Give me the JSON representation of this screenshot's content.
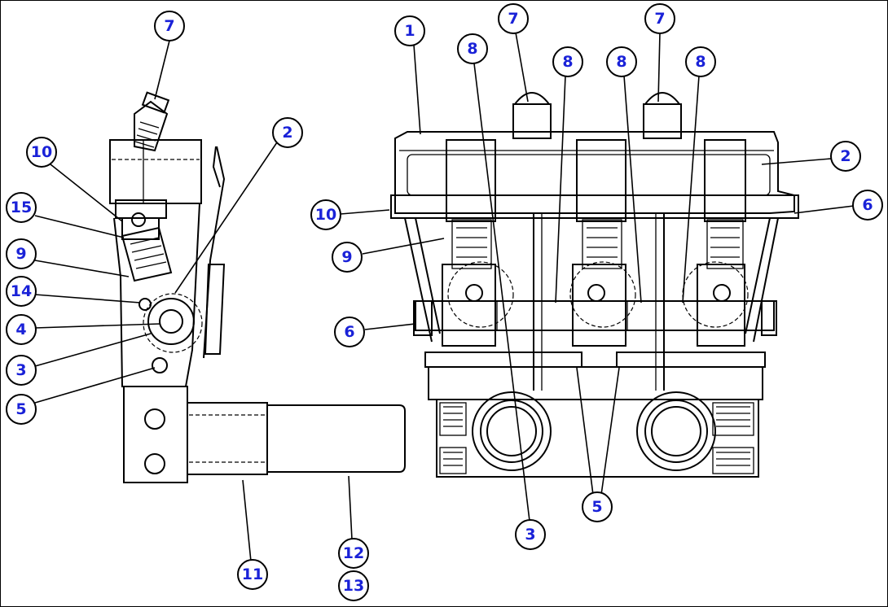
{
  "callouts": [
    {
      "id": "c7a",
      "label": "7"
    },
    {
      "id": "c10a",
      "label": "10"
    },
    {
      "id": "c15",
      "label": "15"
    },
    {
      "id": "c9a",
      "label": "9"
    },
    {
      "id": "c14",
      "label": "14"
    },
    {
      "id": "c4",
      "label": "4"
    },
    {
      "id": "c3a",
      "label": "3"
    },
    {
      "id": "c5a",
      "label": "5"
    },
    {
      "id": "c2a",
      "label": "2"
    },
    {
      "id": "c11",
      "label": "11"
    },
    {
      "id": "c12",
      "label": "12"
    },
    {
      "id": "c13",
      "label": "13"
    },
    {
      "id": "c1",
      "label": "1"
    },
    {
      "id": "c8a",
      "label": "8"
    },
    {
      "id": "c7b",
      "label": "7"
    },
    {
      "id": "c8b",
      "label": "8"
    },
    {
      "id": "c8c",
      "label": "8"
    },
    {
      "id": "c7c",
      "label": "7"
    },
    {
      "id": "c8d",
      "label": "8"
    },
    {
      "id": "c2b",
      "label": "2"
    },
    {
      "id": "c10b",
      "label": "10"
    },
    {
      "id": "c6a",
      "label": "6"
    },
    {
      "id": "c9b",
      "label": "9"
    },
    {
      "id": "c6b",
      "label": "6"
    },
    {
      "id": "c5b",
      "label": "5"
    },
    {
      "id": "c3b",
      "label": "3"
    }
  ]
}
